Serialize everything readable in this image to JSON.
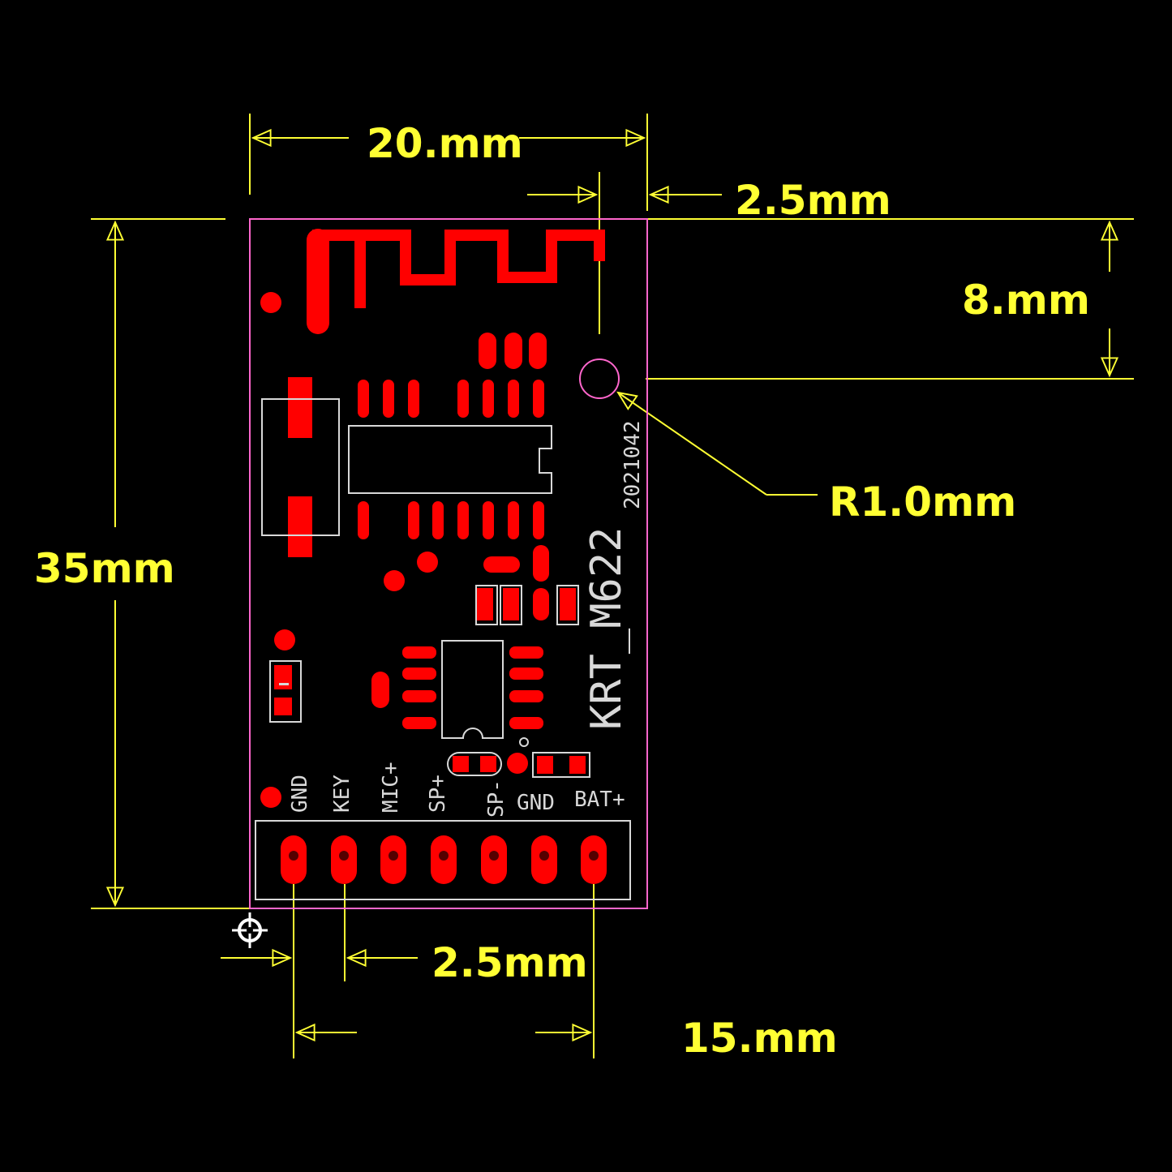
{
  "colors": {
    "background": "#000000",
    "dimension": "#ffff33",
    "copper": "#ff0000",
    "silkscreen": "#d8d8d8",
    "board_outline": "#ff66cc"
  },
  "dimensions": {
    "width": "20.mm",
    "antenna_offset": "2.5mm",
    "antenna_height": "8.mm",
    "hole_radius": "R1.0mm",
    "height": "35mm",
    "pin_pitch": "2.5mm",
    "pin_span": "15.mm"
  },
  "board": {
    "model": "KRT_M622",
    "date_code": "2021042"
  },
  "pins": [
    "GND",
    "KEY",
    "MIC+",
    "SP+",
    "SP-",
    "GND",
    "BAT+"
  ]
}
